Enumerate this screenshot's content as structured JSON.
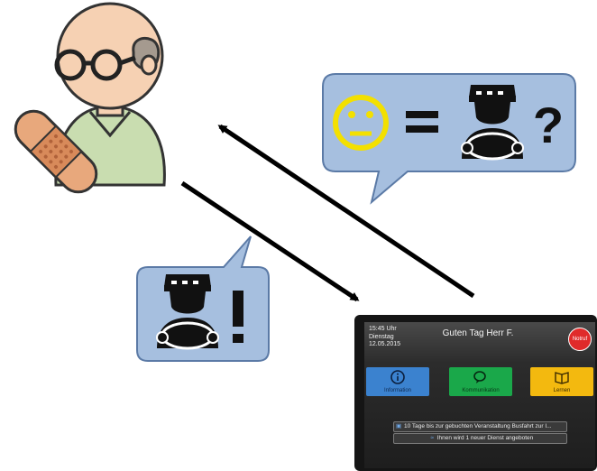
{
  "tablet": {
    "time": "15:45 Uhr",
    "weekday": "Dienstag",
    "date": "12.05.2015",
    "greeting": "Guten Tag Herr F.",
    "emergency_label": "Notruf",
    "tiles": [
      {
        "label": "Information",
        "icon": "info-icon",
        "color": "#3b82cf"
      },
      {
        "label": "Kommunikation",
        "icon": "chat-icon",
        "color": "#1aa84a"
      },
      {
        "label": "Lernen",
        "icon": "book-icon",
        "color": "#f3b90f"
      }
    ],
    "notifications": [
      {
        "icon": "bus-icon",
        "text": "10 Tage  bis zur gebuchten Veranstaltung Busfahrt zur I..."
      },
      {
        "icon": "wifi-icon",
        "text": "Ihnen wird  1 neuer Dienst angeboten"
      }
    ]
  },
  "bubbles": {
    "top_symbols": [
      "=",
      "?"
    ],
    "bottom_symbols": [
      "!"
    ]
  },
  "colors": {
    "bubble_fill": "#a6bfdf",
    "bubble_stroke": "#5b7aa6",
    "face": "#f3e000",
    "shirt": "#c9ddb0",
    "skin": "#f6d1b3"
  }
}
